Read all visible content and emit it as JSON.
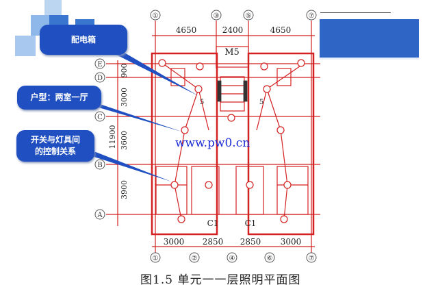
{
  "callouts": {
    "distribution_box": "配电箱",
    "unit_type": "户型：两室一厅",
    "switch_relation": "开关与灯具间的控制关系"
  },
  "drawing": {
    "top_axes": [
      "①",
      "③",
      "⑤",
      "⑦"
    ],
    "top_dims": [
      "4650",
      "2400",
      "4650"
    ],
    "left_axes": [
      "E",
      "D",
      "C",
      "B",
      "A"
    ],
    "left_dims": [
      "900",
      "3000",
      "3600",
      "3900"
    ],
    "total_dim": "11900",
    "bottom_dims": [
      "3000",
      "2850",
      "2850",
      "3000"
    ],
    "bottom_axes": [
      "①",
      "②",
      "④",
      "⑥",
      "⑦"
    ],
    "door_label": "M5",
    "window_labels": [
      "C1",
      "C1"
    ],
    "stair_labels": [
      "5",
      "5"
    ]
  },
  "watermark": "www.pw0.cn",
  "caption": "图1.5  单元一一层照明平面图",
  "colors": {
    "drawing": "#d42020",
    "callout": "#1f4fc0",
    "accent_block": "#2f66c6"
  }
}
